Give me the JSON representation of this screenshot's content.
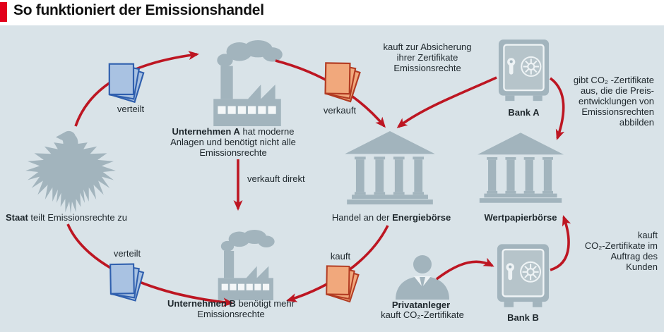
{
  "title": "So funktioniert der Emissionshandel",
  "colors": {
    "background": "#d9e3e8",
    "icon_gray": "#a2b4bd",
    "arrow_red": "#bd1622",
    "title_accent_red": "#e2001a",
    "certificate_blue_fill": "#a9c2e2",
    "certificate_blue_stroke": "#2f5fae",
    "certificate_orange_fill": "#f1a87c",
    "certificate_orange_stroke": "#b23b22",
    "text": "#1e272c"
  },
  "nodes": {
    "staat": {
      "bold": "Staat",
      "rest": " teilt Emissionsrechte zu"
    },
    "unternehmen_a": {
      "bold": "Unternehmen A",
      "rest": " hat moderne Anlagen und benötigt nicht alle Emissionsrechte"
    },
    "unternehmen_b": {
      "bold": "Unternehmen B",
      "rest": " benötigt mehr Emissionsrechte"
    },
    "energieboerse": {
      "prefix": "Handel an der ",
      "bold": "Energiebörse"
    },
    "wertpapierboerse": {
      "label": "Wertpapierbörse"
    },
    "bank_a": {
      "label": "Bank A"
    },
    "bank_b": {
      "label": "Bank B"
    },
    "privatanleger": {
      "bold": "Privatanleger",
      "sub": "kauft CO₂-Zertifikate"
    }
  },
  "flow_labels": {
    "verteilt_top": "verteilt",
    "verteilt_bottom": "verteilt",
    "verkauft": "verkauft",
    "kauft": "kauft",
    "verkauft_direkt": "verkauft direkt",
    "kauft_absicherung": "kauft zur Absicherung\nihrer Zertifikate\nEmissionsrechte",
    "gibt_zertifikate": "gibt CO₂ -Zertifikate\naus, die die Preis-\nentwicklungen von\nEmissionsrechten\nabbilden",
    "kauft_auftrag": "kauft\nCO₂-Zertifikate im\nAuftrag des\nKunden"
  }
}
